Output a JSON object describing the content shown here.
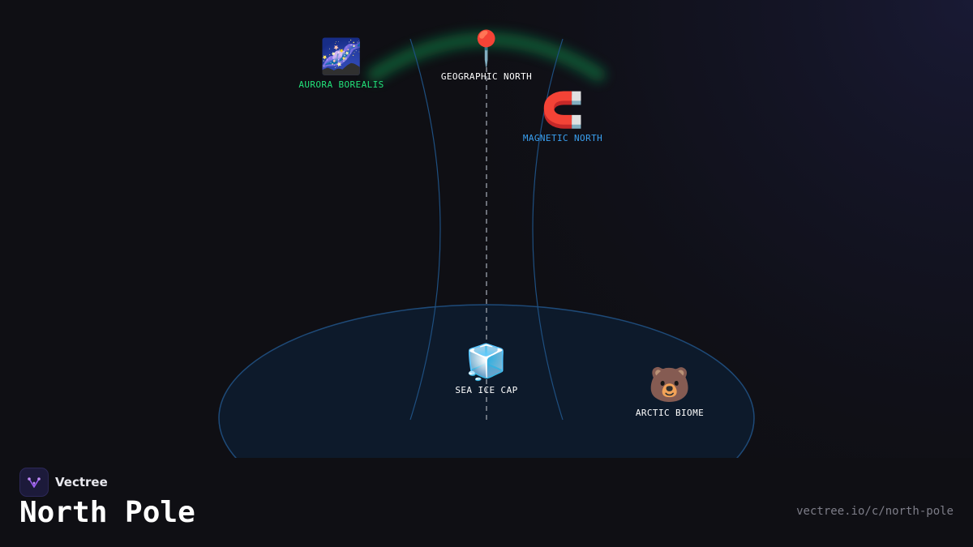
{
  "diagram": {
    "nodes": {
      "aurora": {
        "label": "AURORA BOREALIS",
        "icon": "🌌",
        "icon_name": "milky-way-icon",
        "color": "#22e27a"
      },
      "geographic": {
        "label": "GEOGRAPHIC NORTH",
        "icon": "📍",
        "icon_name": "pin-icon",
        "color": "#ffffff"
      },
      "magnetic": {
        "label": "MAGNETIC NORTH",
        "icon": "🧲",
        "icon_name": "magnet-icon",
        "color": "#3aa0f0"
      },
      "seaice": {
        "label": "SEA ICE CAP",
        "icon": "🧊",
        "icon_name": "ice-cube-icon",
        "color": "#ffffff"
      },
      "arctic": {
        "label": "ARCTIC BIOME",
        "icon": "🐻",
        "icon_name": "bear-icon",
        "color": "#ffffff"
      }
    },
    "colors": {
      "ice_fill": "#0d1a2b",
      "ice_stroke": "#1e4a78",
      "meridian": "#1e4f80",
      "axis": "#8a8f99",
      "aurora_glow": "#0f8a4a"
    }
  },
  "footer": {
    "brand_name": "Vectree",
    "title": "North Pole",
    "url": "vectree.io/c/north-pole"
  }
}
